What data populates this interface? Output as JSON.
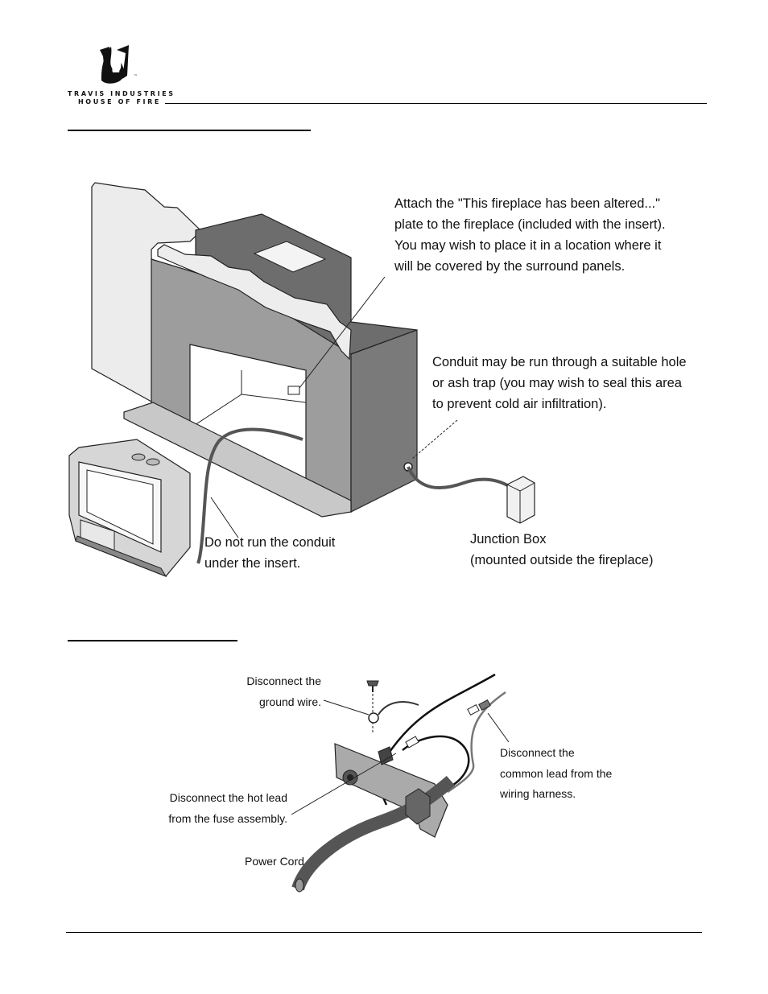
{
  "header": {
    "logo_line1": "TRAVIS INDUSTRIES",
    "logo_line2": "HOUSE OF FIRE",
    "trademark": "™"
  },
  "figure1": {
    "callout_plate": [
      "Attach the \"This fireplace has been altered...\"",
      "plate to the fireplace (included with the insert).",
      "You may wish to place it in a location where it",
      "will be covered by the surround panels."
    ],
    "callout_conduit_hole": [
      "Conduit may be run through a suitable hole",
      "or ash trap (you may wish to seal this area",
      "to prevent cold air infiltration)."
    ],
    "callout_no_conduit": [
      "Do not run the conduit",
      "under the insert."
    ],
    "callout_junction": [
      "Junction Box",
      "(mounted outside the fireplace)"
    ]
  },
  "figure2": {
    "callout_ground": [
      "Disconnect the",
      "ground wire."
    ],
    "callout_hot": [
      "Disconnect the hot lead",
      "from the fuse assembly."
    ],
    "callout_power": "Power Cord",
    "callout_common": [
      "Disconnect the",
      "common lead from the",
      "wiring harness."
    ]
  }
}
